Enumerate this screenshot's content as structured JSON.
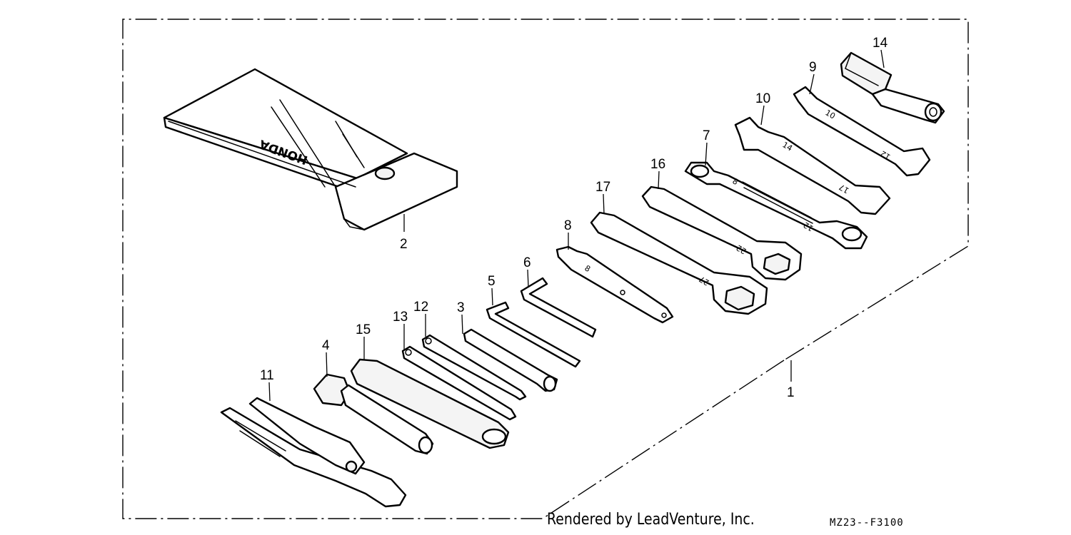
{
  "diagram": {
    "callouts": {
      "c1": "1",
      "c2": "2",
      "c3": "3",
      "c4": "4",
      "c5": "5",
      "c6": "6",
      "c7": "7",
      "c8": "8",
      "c9": "9",
      "c10": "10",
      "c11": "11",
      "c12": "12",
      "c13": "13",
      "c14": "14",
      "c15": "15",
      "c16": "16",
      "c17": "17"
    },
    "markings": {
      "bag_brand": "HONDA",
      "w9_a": "10",
      "w9_b": "12",
      "w10_a": "14",
      "w10_b": "17",
      "w7_a": "8",
      "w7_b": "12",
      "w8": "8",
      "w16": "22",
      "w17": "27"
    }
  },
  "footer": {
    "rendered_by": "Rendered by LeadVenture, Inc.",
    "diagram_code": "MZ23--F3100"
  }
}
